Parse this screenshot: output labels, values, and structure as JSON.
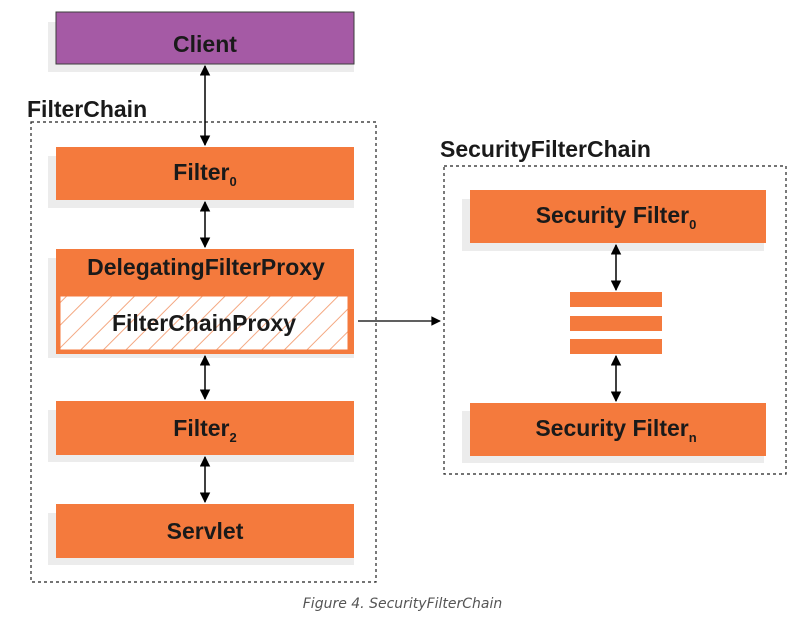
{
  "client": {
    "label": "Client"
  },
  "filter_chain": {
    "title": "FilterChain",
    "filter0": {
      "label": "Filter",
      "sub": "0"
    },
    "delegating_proxy": {
      "label": "DelegatingFilterProxy"
    },
    "filter_chain_proxy": {
      "label": "FilterChainProxy"
    },
    "filter2": {
      "label": "Filter",
      "sub": "2"
    },
    "servlet": {
      "label": "Servlet"
    }
  },
  "security_filter_chain": {
    "title": "SecurityFilterChain",
    "security_filter0": {
      "label": "Security Filter",
      "sub": "0"
    },
    "security_filtern": {
      "label": "Security Filter",
      "sub": "n"
    }
  },
  "caption": "Figure 4. SecurityFilterChain",
  "colors": {
    "client_fill": "#a55aa5",
    "filter_fill": "#f47a3d",
    "shadow": "#ececec",
    "hatch": "#f4a882"
  }
}
